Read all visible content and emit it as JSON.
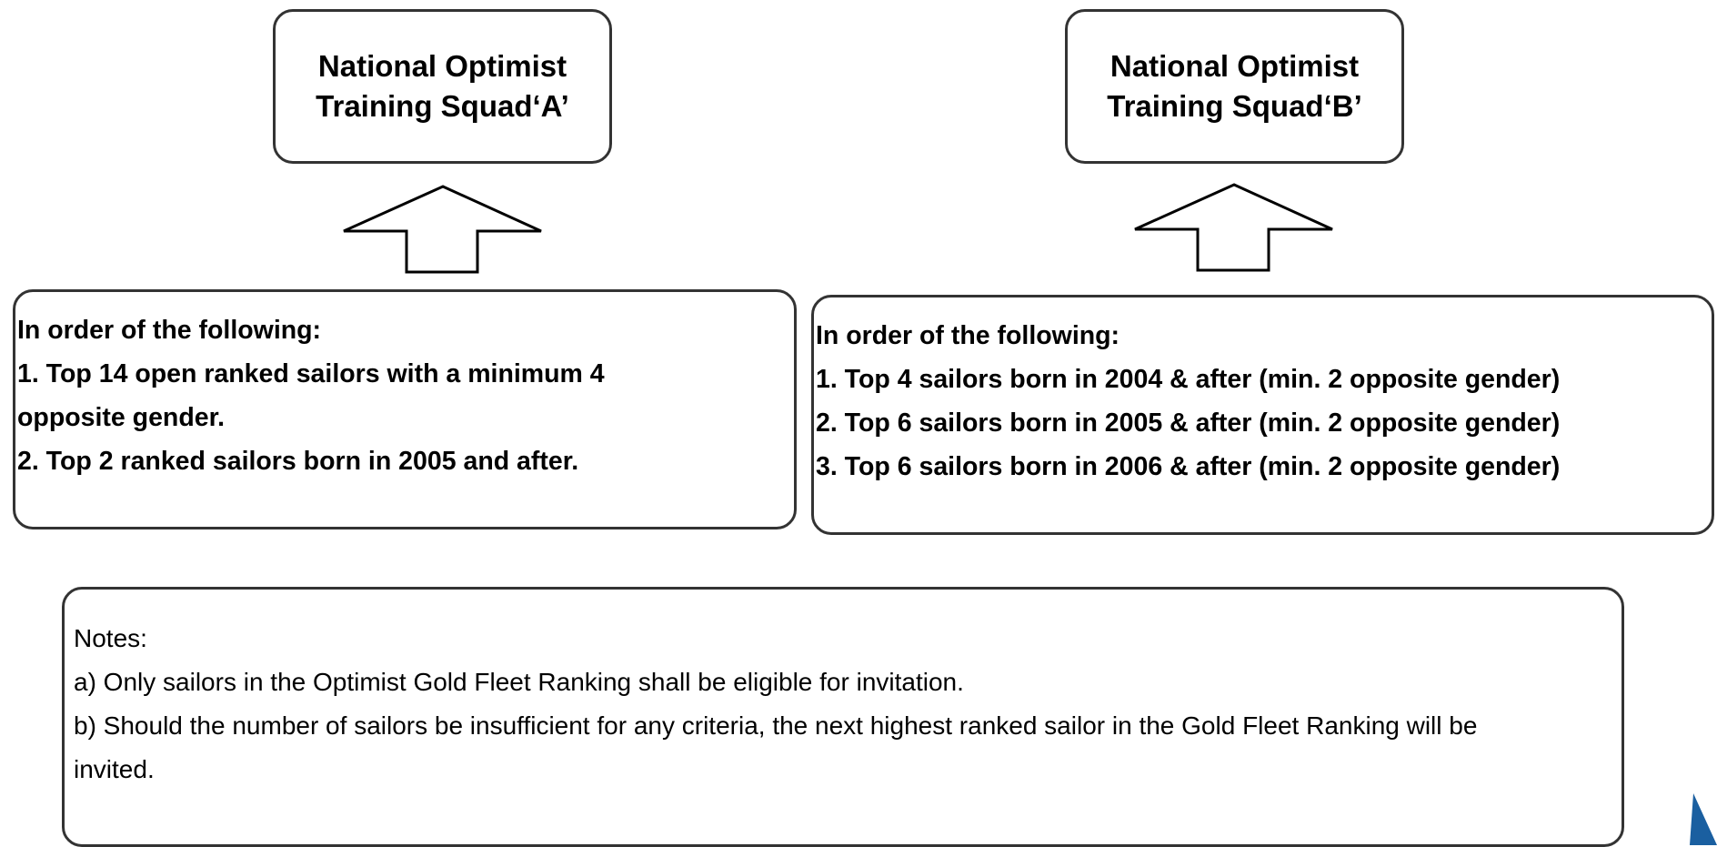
{
  "squad_a": {
    "title_line1": "National Optimist",
    "title_line2": "Training Squad‘A’",
    "criteria": [
      "In order of the following:",
      "1. Top 14 open ranked sailors with a minimum 4 opposite gender.",
      "2.  Top 2 ranked sailors born in 2005 and after."
    ]
  },
  "squad_b": {
    "title_line1": "National Optimist",
    "title_line2": "Training Squad‘B’",
    "criteria": [
      "In order of the following:",
      "1. Top 4 sailors born in 2004 & after (min. 2 opposite gender)",
      "2. Top 6 sailors born in 2005 & after (min. 2 opposite gender)",
      "3. Top 6 sailors born in 2006 & after (min. 2 opposite gender)"
    ]
  },
  "notes": {
    "heading": "Notes:",
    "items": [
      "a) Only sailors in the Optimist Gold Fleet Ranking shall be eligible for invitation.",
      "b) Should the number of sailors be insufficient for any criteria, the next highest ranked sailor in the Gold Fleet Ranking will be invited."
    ]
  },
  "colors": {
    "border": "#333333",
    "text": "#000000",
    "logo_accent": "#1a5fa0"
  }
}
